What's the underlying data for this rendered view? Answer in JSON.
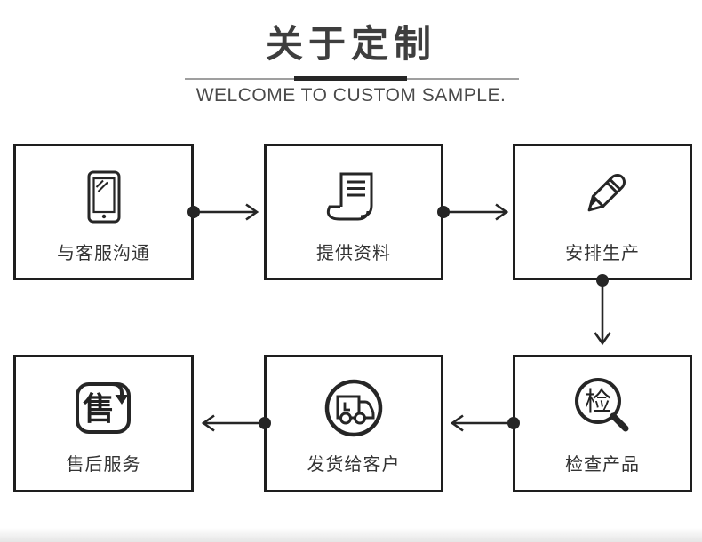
{
  "header": {
    "title": "关于定制",
    "subtitle": "WELCOME TO CUSTOM SAMPLE."
  },
  "steps": [
    {
      "order": 1,
      "label": "与客服沟通",
      "icon": "smartphone-icon"
    },
    {
      "order": 2,
      "label": "提供资料",
      "icon": "document-icon"
    },
    {
      "order": 3,
      "label": "安排生产",
      "icon": "pencil-icon"
    },
    {
      "order": 4,
      "label": "检查产品",
      "icon": "magnifier-icon"
    },
    {
      "order": 5,
      "label": "发货给客户",
      "icon": "delivery-truck-icon"
    },
    {
      "order": 6,
      "label": "售后服务",
      "icon": "after-sales-icon"
    }
  ],
  "icon_glyphs": {
    "inspect": "检",
    "after_sales": "售"
  },
  "colors": {
    "ink": "#262626",
    "box_border": "#1e1e1e",
    "title_text": "#3e3e3e",
    "subtitle_text": "#4a4a4a",
    "label_text": "#333333",
    "background": "#ffffff"
  }
}
